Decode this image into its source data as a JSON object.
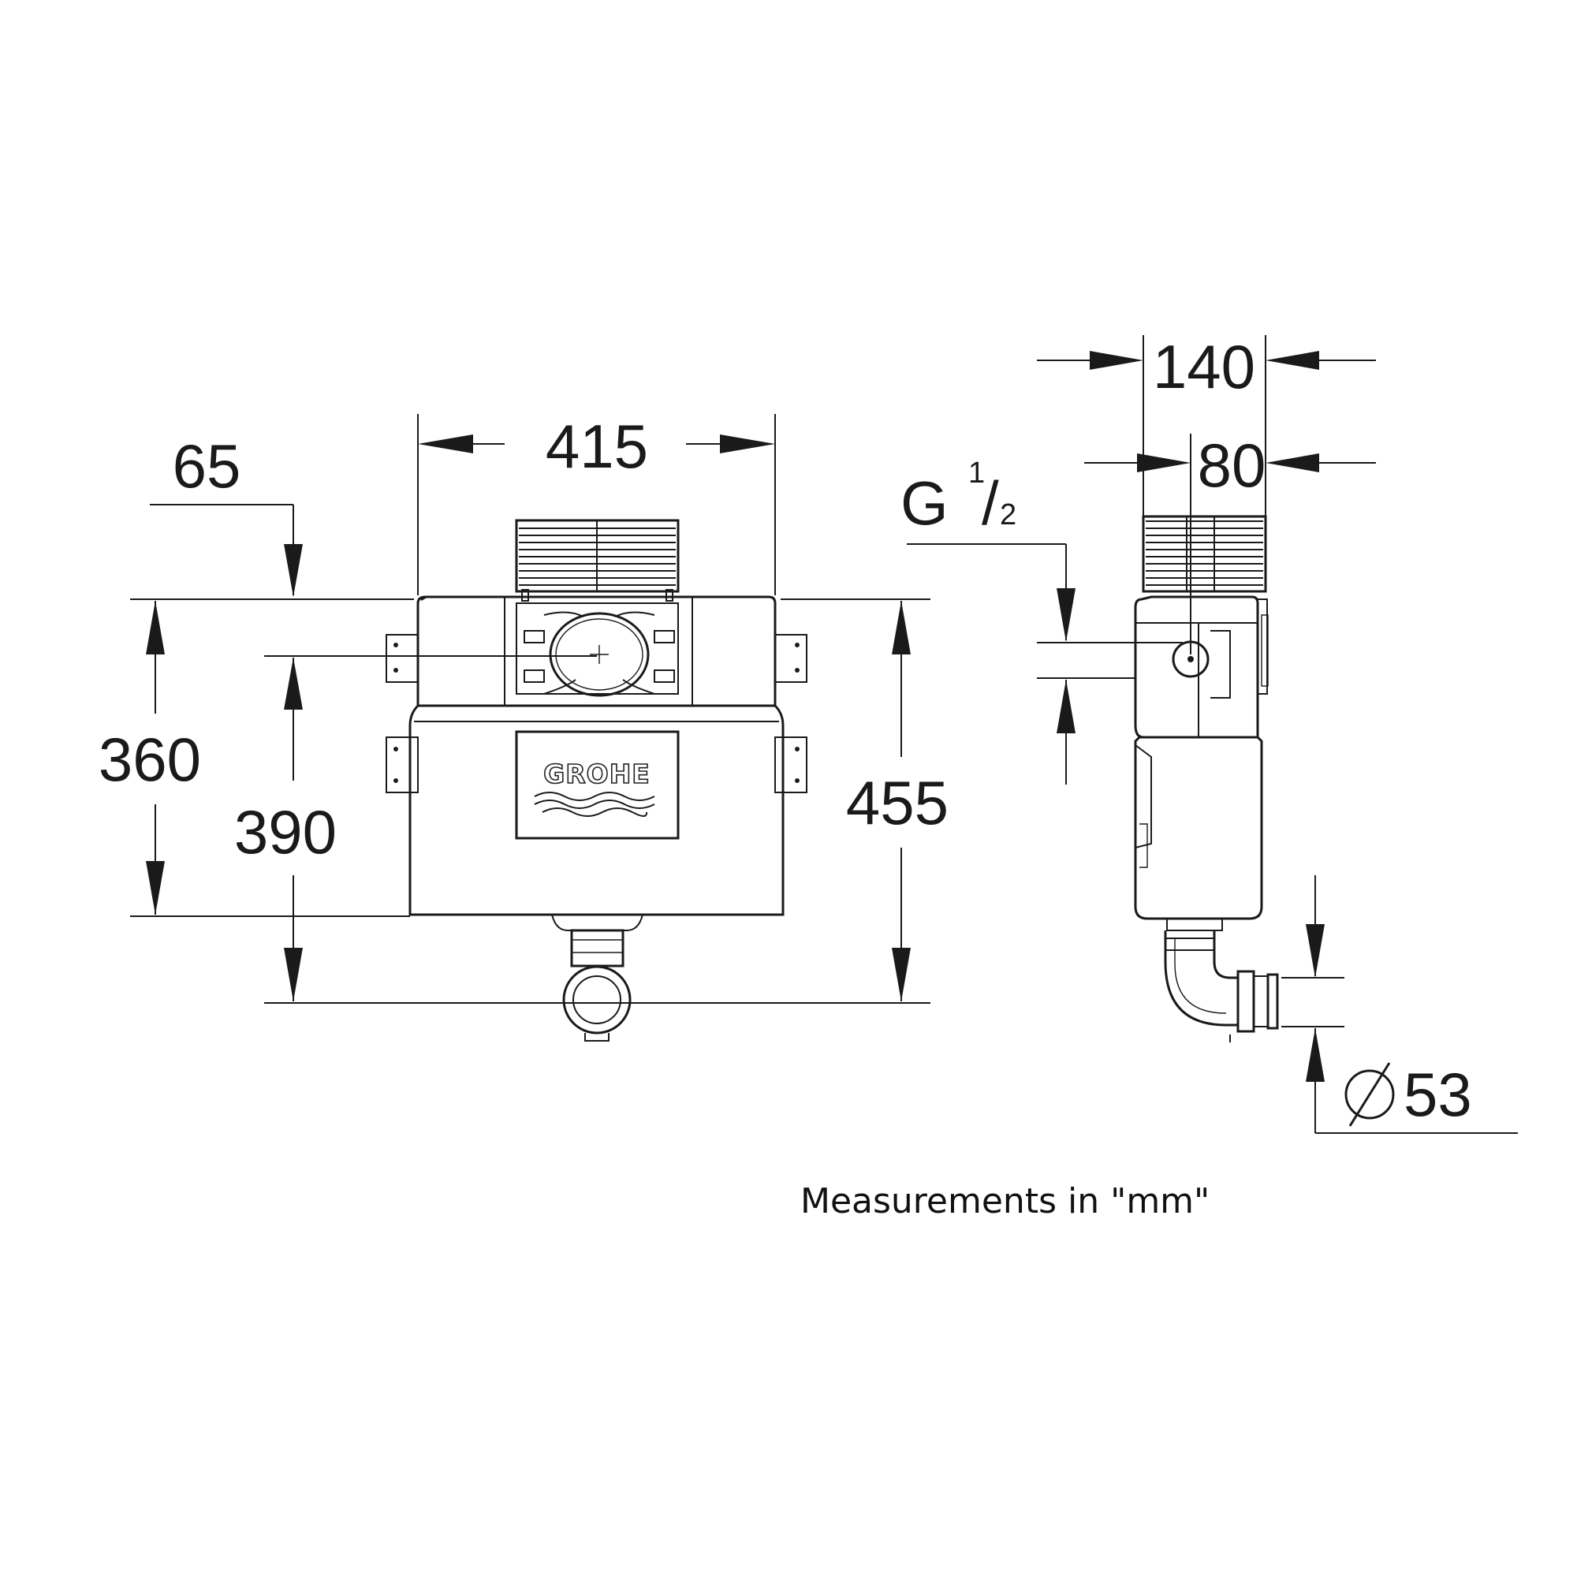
{
  "dimensions": {
    "width_front": "415",
    "top_offset": "65",
    "height_360": "360",
    "height_390": "390",
    "height_455": "455",
    "depth_side": "140",
    "depth_inlet": "80",
    "inlet_thread_letter": "G",
    "inlet_thread_num": "1",
    "inlet_thread_sep": "/",
    "inlet_thread_den": "2",
    "outlet_diameter": "∕53"
  },
  "logo": {
    "brand": "GROHE"
  },
  "note": "Measurements in \"mm\""
}
